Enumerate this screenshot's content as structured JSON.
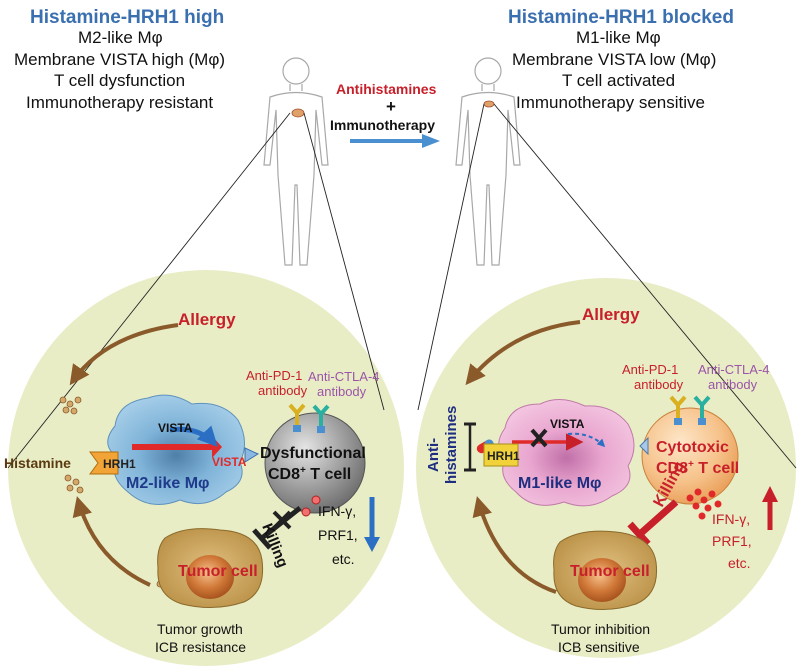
{
  "left_header": {
    "title": "Histamine-HRH1 high",
    "lines": [
      "M2-like Mφ",
      "Membrane VISTA high (Mφ)",
      "T cell dysfunction",
      "Immunotherapy resistant"
    ]
  },
  "right_header": {
    "title": "Histamine-HRH1 blocked",
    "lines": [
      "M1-like Mφ",
      "Membrane VISTA low (Mφ)",
      "T cell activated",
      "Immunotherapy sensitive"
    ]
  },
  "middle": {
    "antihistamines": "Antihistamines",
    "plus": "+",
    "immunotherapy": "Immunotherapy"
  },
  "left_panel": {
    "allergy": "Allergy",
    "histamine": "Histamine",
    "hrh1": "HRH1",
    "vista_top": "VISTA",
    "vista_side": "VISTA",
    "macrophage": "M2-like Mφ",
    "anti_pd1": [
      "Anti-PD-1",
      "antibody"
    ],
    "anti_ctla4": [
      "Anti-CTLA-4",
      "antibody"
    ],
    "tcell": [
      "Dysfunctional",
      "CD8",
      "+",
      " T cell"
    ],
    "killing": "Killing",
    "cytokines": [
      "IFN-γ,",
      "PRF1,",
      "etc."
    ],
    "tumor": "Tumor cell",
    "footer": [
      "Tumor growth",
      "ICB resistance"
    ]
  },
  "right_panel": {
    "allergy": "Allergy",
    "antihistamines": [
      "Anti-",
      "histamines"
    ],
    "hrh1": "HRH1",
    "vista": "VISTA",
    "macrophage": "M1-like Mφ",
    "anti_pd1": [
      "Anti-PD-1",
      "antibody"
    ],
    "anti_ctla4": [
      "Anti-CTLA-4",
      "antibody"
    ],
    "tcell": [
      "Cytotoxic",
      "CD8",
      "+",
      " T cell"
    ],
    "killing": "Killing",
    "cytokines": [
      "IFN-γ,",
      "PRF1,",
      "etc."
    ],
    "tumor": "Tumor cell",
    "footer": [
      "Tumor inhibition",
      "ICB sensitive"
    ]
  },
  "colors": {
    "header_blue": "#3a6fb0",
    "allergy_red": "#c8202a",
    "circle_fill": "#e9edc6",
    "brown": "#8a5a2b",
    "m2_blue": "#7fb3d8",
    "m1_pink": "#e9a6cf",
    "tcell_gray": "#9a9a9a",
    "tcell_orange": "#f6c28a",
    "tumor_tan": "#c9a25a",
    "anti_purple": "#9b55a8",
    "antihist_navy": "#1f2f80"
  }
}
